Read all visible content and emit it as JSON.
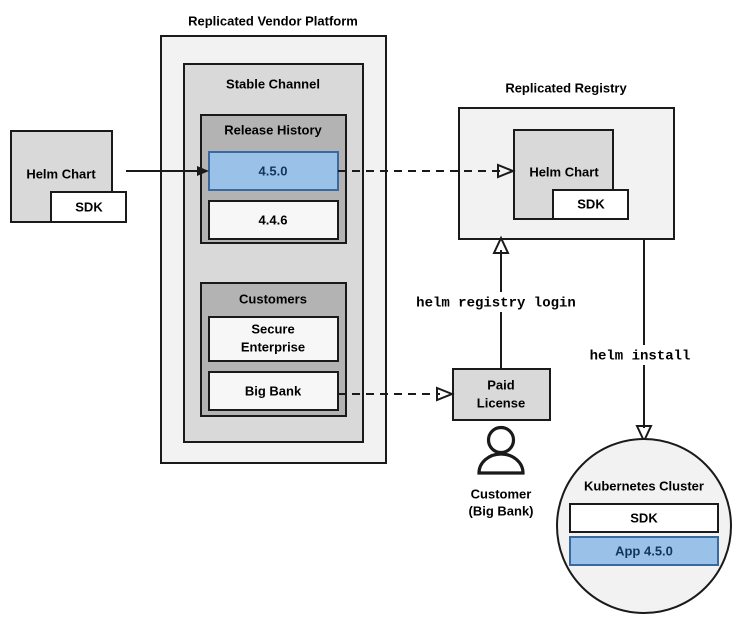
{
  "diagram": {
    "type": "architecture-flow",
    "background": "#ffffff",
    "accent_blue_fill": "#9AC2E8",
    "accent_blue_stroke": "#39699E",
    "accent_blue_text": "#12365B"
  },
  "source_chart": {
    "title": "Helm Chart",
    "sub_label": "SDK"
  },
  "vendor_platform": {
    "title": "Replicated Vendor Platform",
    "channel": {
      "title": "Stable Channel",
      "release_history": {
        "title": "Release History",
        "releases": [
          {
            "version": "4.5.0",
            "highlighted": true
          },
          {
            "version": "4.4.6",
            "highlighted": false
          }
        ]
      },
      "customers": {
        "title": "Customers",
        "entries": [
          {
            "name": "Secure Enterprise"
          },
          {
            "name": "Big Bank"
          }
        ]
      }
    }
  },
  "registry": {
    "title": "Replicated Registry",
    "chart": {
      "title": "Helm Chart",
      "sub_label": "SDK"
    }
  },
  "license": {
    "line1": "Paid",
    "line2": "License"
  },
  "customer": {
    "line1": "Customer",
    "line2": "(Big Bank)",
    "icon": "person-icon"
  },
  "cluster": {
    "title": "Kubernetes Cluster",
    "components": [
      {
        "label": "SDK",
        "highlighted": false
      },
      {
        "label": "App 4.5.0",
        "highlighted": true
      }
    ]
  },
  "commands": {
    "registry_login": "helm registry login",
    "install": "helm install"
  }
}
